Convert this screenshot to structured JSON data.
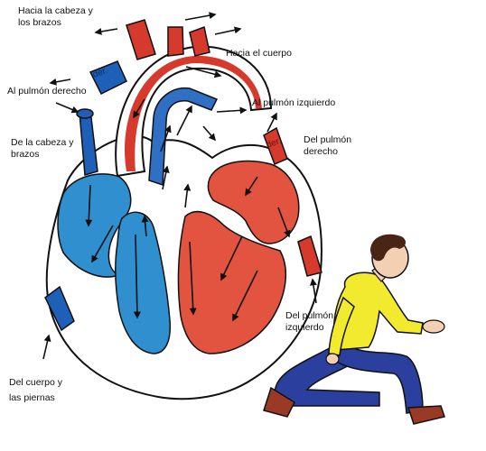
{
  "labels": {
    "to_head_arms": "Hacia la cabeza y\nlos brazos",
    "to_body": "Hacia el cuerpo",
    "to_right_lung": "Al pulmón derecho",
    "to_left_lung": "Al pulmón izquierdo",
    "from_head_arms": "De  la cabeza y\nbrazos",
    "from_right_lung": "Del pulmón\nderecho",
    "from_left_lung": "Del pulmón\nizquierdo",
    "from_body_legs": "Del cuerpo y\nlas piernas",
    "vessel_tag_left": "der.",
    "vessel_tag_right": "der."
  },
  "colors": {
    "oxygen_poor_blood": "#2f8fcf",
    "oxygen_rich_blood": "#e2543f",
    "vessel_blue": "#1e5fb8",
    "vessel_red": "#d63a2c",
    "shirt": "#f2ea2e",
    "pants": "#2a3f9e",
    "shoes": "#9a3a24",
    "hair": "#4a2414",
    "skin": "#f3d0b4"
  }
}
